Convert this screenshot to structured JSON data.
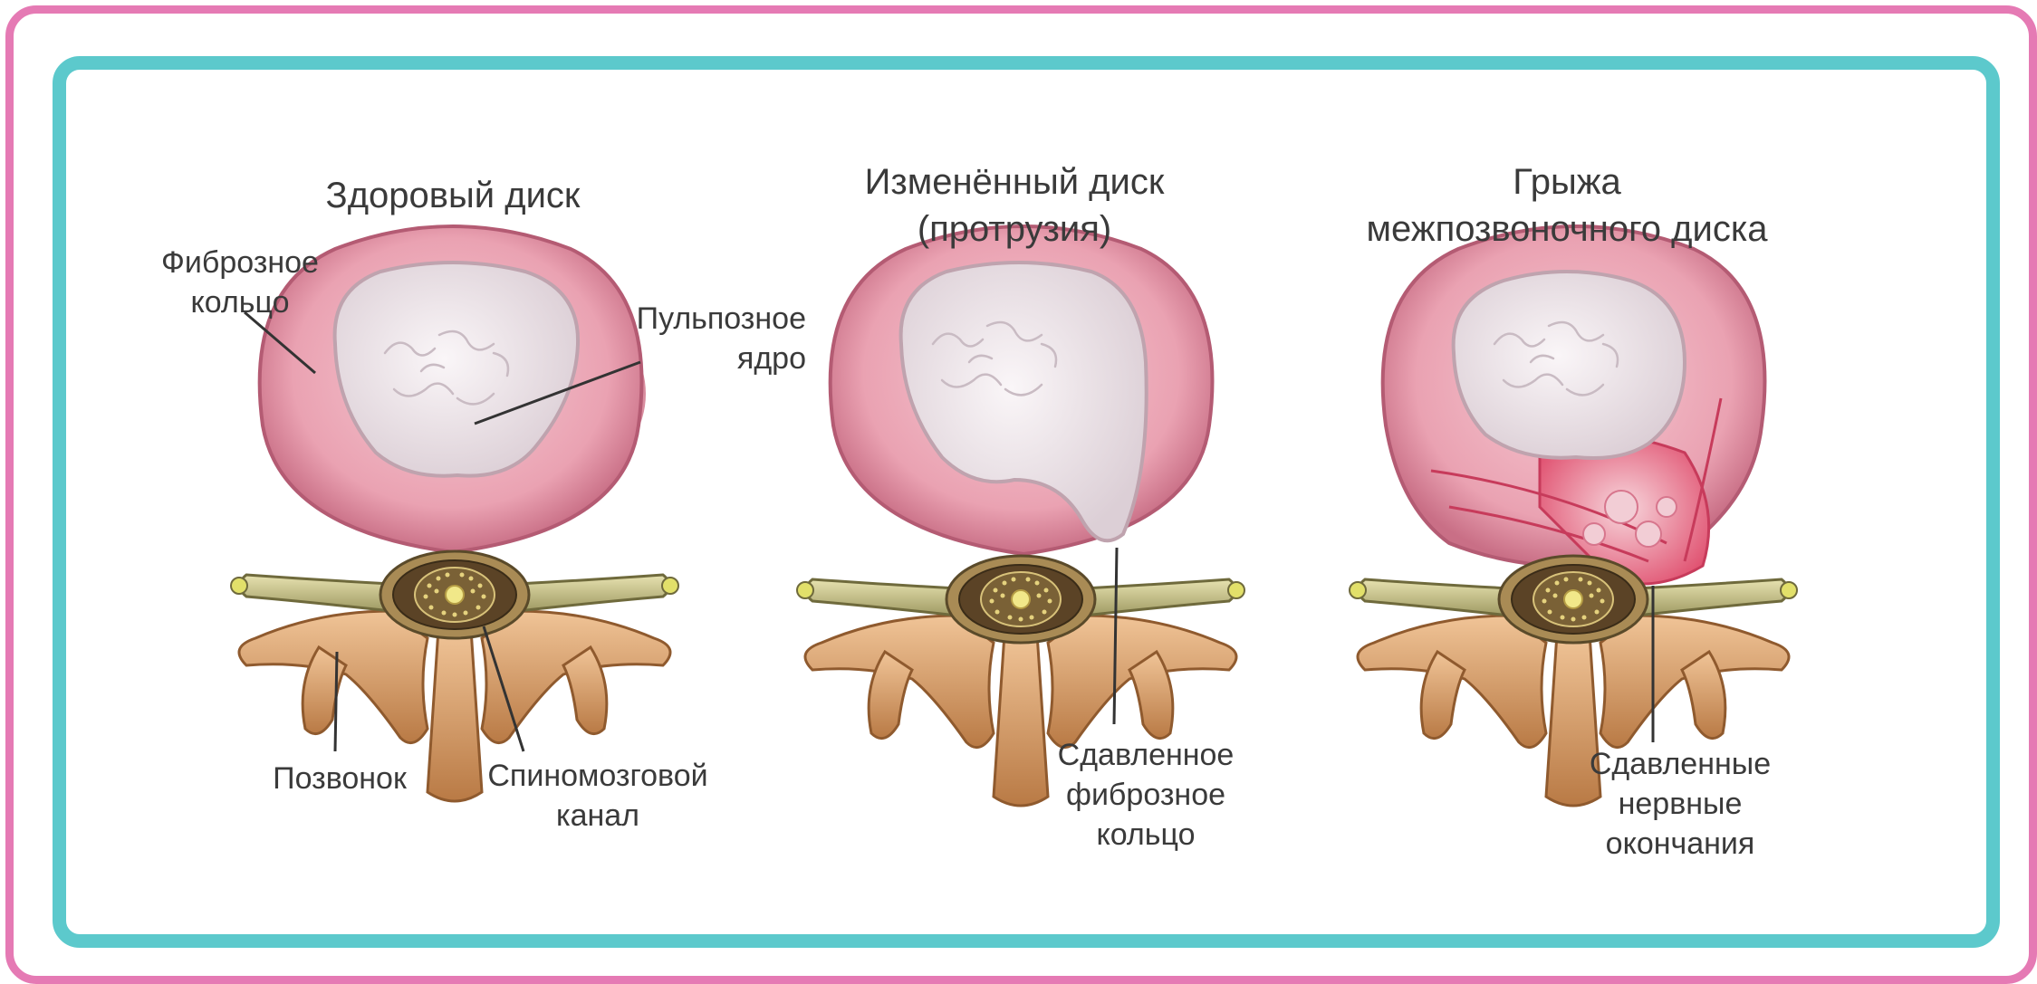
{
  "colors": {
    "outer_frame": "#e57ab4",
    "inner_frame": "#5cc9cc",
    "annulus": "#eaa8b6",
    "nucleus": "#f0e8ec",
    "vertebra": "#d9a36e",
    "nerve": "#c8c38a",
    "herniation": "#e65c7a",
    "text": "#3a3a3a"
  },
  "panels": [
    {
      "id": "healthy",
      "title": [
        "Здоровый диск"
      ],
      "labels": {
        "annulus": [
          "Фиброзное",
          "кольцо"
        ],
        "nucleus": [
          "Пульпозное",
          "ядро"
        ],
        "vertebra": [
          "Позвонок"
        ],
        "canal": [
          "Спиномозговой",
          "канал"
        ]
      }
    },
    {
      "id": "protrusion",
      "title": [
        "Изменённый диск",
        "(протрузия)"
      ],
      "labels": {
        "compressed_annulus": [
          "Сдавленное",
          "фиброзное",
          "кольцо"
        ]
      }
    },
    {
      "id": "hernia",
      "title": [
        "Грыжа",
        "межпозвоночного диска"
      ],
      "labels": {
        "compressed_nerves": [
          "Сдавленные",
          "нервные",
          "окончания"
        ]
      }
    }
  ]
}
